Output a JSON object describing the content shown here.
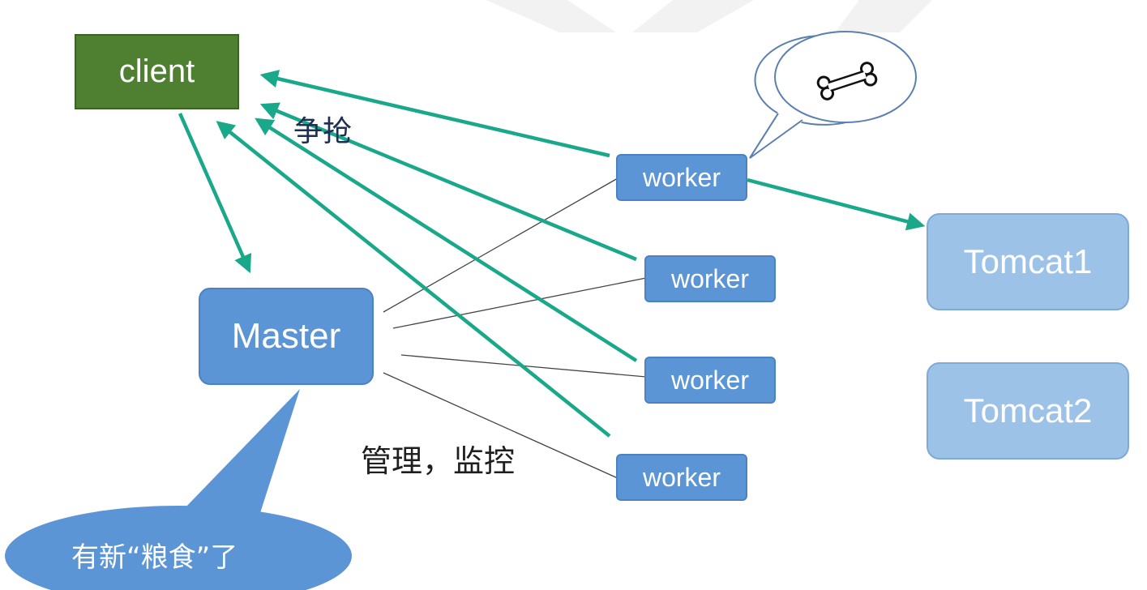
{
  "nodes": {
    "client": "client",
    "master": "Master",
    "workers": [
      "worker",
      "worker",
      "worker",
      "worker"
    ],
    "tomcats": [
      "Tomcat1",
      "Tomcat2"
    ]
  },
  "labels": {
    "compete": "争抢",
    "manage": "管理，监控",
    "new_food": "有新“粮食”了"
  },
  "icons": {
    "bone": "bone-icon"
  },
  "colors": {
    "client_fill": "#4f7f30",
    "master_fill": "#5b95d6",
    "worker_fill": "#5b95d6",
    "tomcat_fill": "#9cc2e8",
    "arrow": "#1aa88a",
    "connector": "#444444"
  }
}
